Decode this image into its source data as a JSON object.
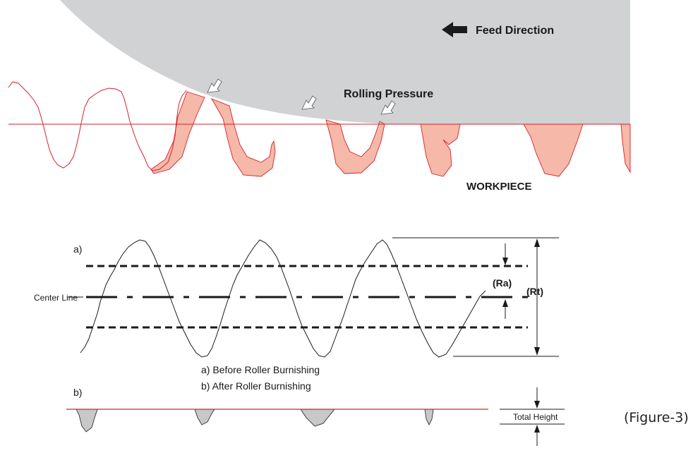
{
  "top_diagram": {
    "feed_direction": "Feed Direction",
    "rolling_pressure": "Rolling Pressure",
    "workpiece": "WORKPIECE"
  },
  "lower_diagram": {
    "label_a": "a)",
    "label_b": "b)",
    "center_line": "Center Line",
    "ra": "(Ra)",
    "rt": "(Rt)",
    "legend_a": "a) Before Roller Burnishing",
    "legend_b": "b) After Roller Burnishing",
    "total_height": "Total Height"
  },
  "figure_caption": "(Figure-3)",
  "colors": {
    "roller_gray": "#d0d2d3",
    "burnish_fill": "#f6b8a8",
    "profile_red": "#d2232a",
    "line_dark": "#1a1a1a"
  }
}
